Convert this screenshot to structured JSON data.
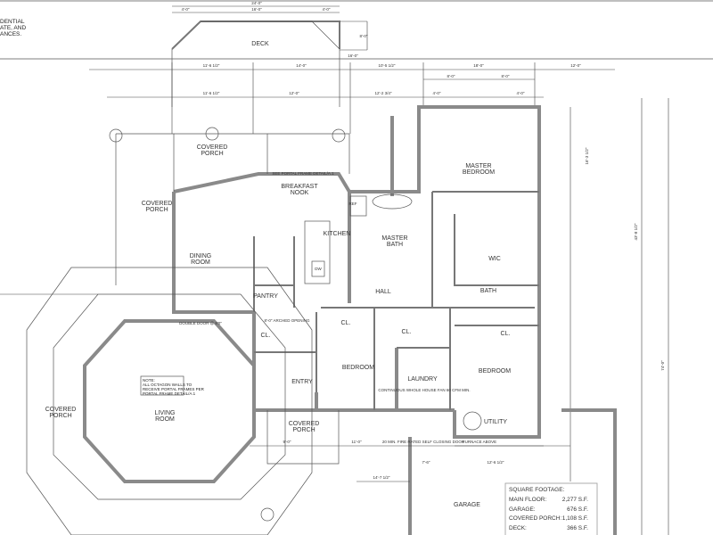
{
  "header_note": [
    "DENTIAL",
    "ATE, AND",
    "ANCES."
  ],
  "rooms": {
    "deck": "DECK",
    "covered_porch_top": [
      "COVERED",
      "PORCH"
    ],
    "breakfast_nook": [
      "BREAKFAST",
      "NOOK"
    ],
    "covered_porch_left": [
      "COVERED",
      "PORCH"
    ],
    "dining_room": [
      "DINING",
      "ROOM"
    ],
    "kitchen": "KITCHEN",
    "master_bath": [
      "MASTER",
      "BATH"
    ],
    "master_bedroom": [
      "MASTER",
      "BEDROOM"
    ],
    "wic": "WIC",
    "bath": "BATH",
    "pantry": "PANTRY",
    "hall": "HALL",
    "closet": "CL.",
    "bedroom_1": "BEDROOM",
    "laundry": "LAUNDRY",
    "bedroom_2": "BEDROOM",
    "entry": "ENTRY",
    "living_room": [
      "LIVING",
      "ROOM"
    ],
    "covered_porch_octagon": [
      "COVERED",
      "PORCH"
    ],
    "covered_porch_entry": [
      "COVERED",
      "PORCH"
    ],
    "utility": "UTILITY",
    "garage": "GARAGE",
    "ref": "REF",
    "dw": "DW"
  },
  "note_box": [
    "NOTE:",
    "ALL OCTAGON WALLS TO",
    "RECEIVE PORTAL FRAMES PER",
    "PORTAL FRAME DETAIL/A.1"
  ],
  "dimensions": {
    "top_overall": "24'-0\"",
    "top_left": "4'-0\"",
    "top_mid": "16'-0\"",
    "top_right": "4'-0\"",
    "deck_depth": "8'-0\"",
    "deck_offset": "16'-0\"",
    "row1": [
      "11'-6 1/2\"",
      "14'-0\"",
      "10'-5 1/2\"",
      "18'-0\"",
      "12'-0\""
    ],
    "row2": [
      "11'-6 1/2\"",
      "12'-0\"",
      "12'-2 3/4\"",
      "4'-0\"",
      "8'-0\"",
      "8'-0\"",
      "4'-0\""
    ],
    "bottom": [
      "9'-0\"",
      "11'-0\"",
      "7'-6\"",
      "12'-6 1/2\"",
      "14'-7 1/2\""
    ],
    "right": [
      "74'-0\"",
      "43'-8 1/2\"",
      "16'-3 1/2\""
    ]
  },
  "callouts": [
    "SEE PORTAL FRAME DETAIL/A.1",
    "CONTINUOUS WHOLE HOUSE FAN 60 CFM MIN.",
    "20 MIN. FIRE RATED SELF CLOSING DOOR",
    "FURNACE ABOVE",
    "DOUBLE DOOR @ 8'0\"",
    "8'-0\" ARCHED OPENING"
  ],
  "square_footage": {
    "title": "SQUARE FOOTAGE:",
    "rows": [
      {
        "label": "MAIN FLOOR:",
        "value": "2,277 S.F."
      },
      {
        "label": "GARAGE:",
        "value": "676 S.F."
      },
      {
        "label": "COVERED PORCH:",
        "value": "1,108 S.F."
      },
      {
        "label": "DECK:",
        "value": "366 S.F."
      }
    ]
  }
}
